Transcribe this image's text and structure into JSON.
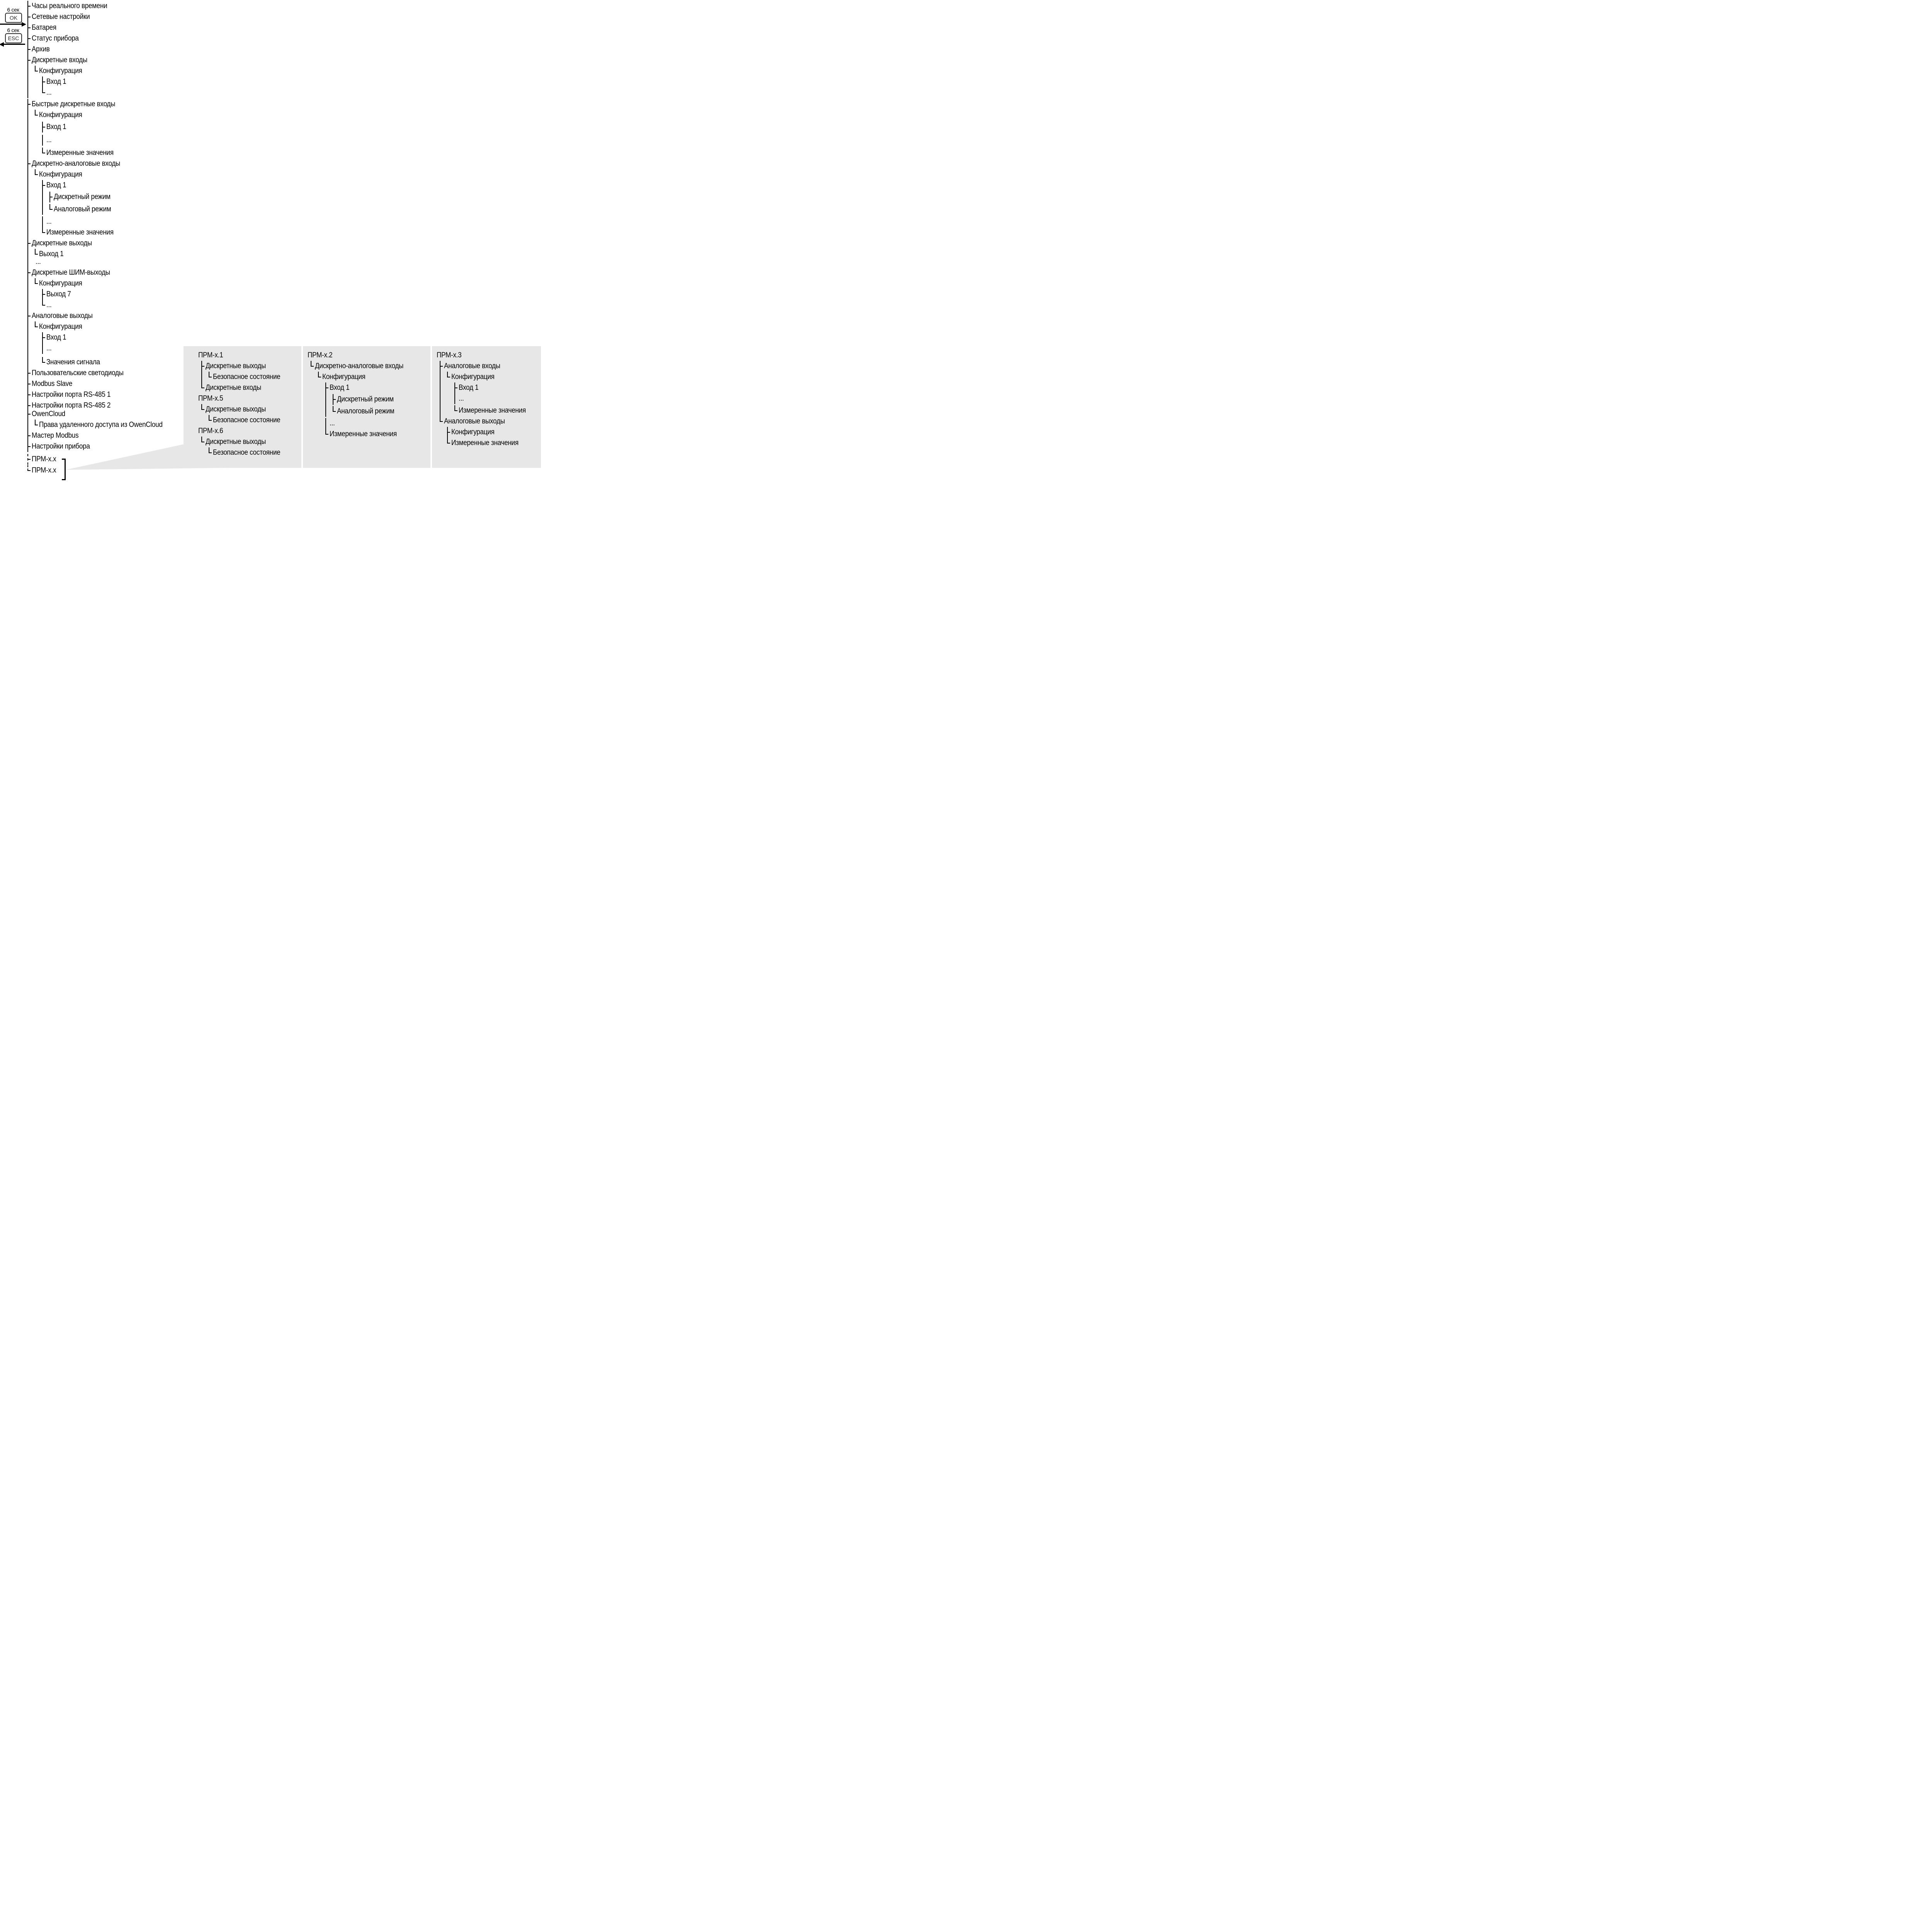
{
  "controls": {
    "ok_hold_label": "6 сек",
    "ok_button": "OK",
    "esc_hold_label": "6 сек",
    "esc_button": "ESC"
  },
  "colors": {
    "panel_bg": "#e7e7e7",
    "line": "#000000"
  },
  "menu_tree": {
    "items": [
      {
        "label": "Часы реального времени",
        "c": "tee"
      },
      {
        "label": "Сетевые настройки",
        "c": "tee"
      },
      {
        "label": "Батарея",
        "c": "tee"
      },
      {
        "label": "Статус прибора",
        "c": "tee"
      },
      {
        "label": "Архив",
        "c": "tee"
      },
      {
        "label": "Дискретные входы",
        "c": "tee",
        "children": [
          {
            "label": "Конфигурация",
            "c": "ell",
            "children": [
              {
                "label": "Вход 1",
                "c": "tee"
              },
              {
                "label": "...",
                "c": "ell"
              }
            ]
          }
        ]
      },
      {
        "label": "Быстрые дискретные входы",
        "c": "tee",
        "gap": 2,
        "children": [
          {
            "label": "Конфигурация",
            "c": "ell",
            "children": [
              {
                "label": "Вход 1",
                "c": "tee",
                "gap": 3
              },
              {
                "label": "...",
                "c": "none",
                "gap": 6
              },
              {
                "label": "Измеренные значения",
                "c": "ell",
                "gap": 5
              }
            ]
          }
        ]
      },
      {
        "label": "Дискретно-аналоговые входы",
        "c": "tee",
        "children": [
          {
            "label": "Конфигурация",
            "c": "ell",
            "children": [
              {
                "label": "Вход 1",
                "c": "tee",
                "children": [
                  {
                    "label": "Дискретный режим",
                    "c": "tee",
                    "gap": 2
                  },
                  {
                    "label": "Аналоговый режим",
                    "c": "ell",
                    "gap": 4
                  }
                ]
              },
              {
                "label": "...",
                "c": "none",
                "gap": 4
              },
              {
                "label": "Измеренные значения",
                "c": "ell"
              }
            ]
          }
        ]
      },
      {
        "label": "Дискретные выходы",
        "c": "tee",
        "children": [
          {
            "label": "Выход 1",
            "c": "ell"
          },
          {
            "label": "...",
            "c": "bare",
            "gap": -8
          }
        ]
      },
      {
        "label": "Дискретные ШИМ-выходы",
        "c": "tee",
        "children": [
          {
            "label": "Конфигурация",
            "c": "ell",
            "children": [
              {
                "label": "Выход 7",
                "c": "tee"
              },
              {
                "label": "...",
                "c": "ell"
              }
            ]
          }
        ]
      },
      {
        "label": "Аналоговые выходы",
        "c": "tee",
        "children": [
          {
            "label": "Конфигурация",
            "c": "ell",
            "children": [
              {
                "label": "Вход 1",
                "c": "tee"
              },
              {
                "label": "...",
                "c": "none"
              },
              {
                "label": "Значения сигнала",
                "c": "ell",
                "gap": 8
              }
            ]
          }
        ]
      },
      {
        "label": "Пользовательские светодиоды",
        "c": "tee"
      },
      {
        "label": "Modbus Slave",
        "c": "tee"
      },
      {
        "label": "Настройки порта RS-485 1",
        "c": "tee"
      },
      {
        "label": "Настройки порта RS-485 2",
        "c": "tee"
      },
      {
        "label": "OwenCloud",
        "c": "tee",
        "gap": -6,
        "children": [
          {
            "label": "Права удаленного доступа из OwenCloud",
            "c": "ell"
          }
        ]
      },
      {
        "label": "Мастер Modbus",
        "c": "tee"
      },
      {
        "label": "Настройки прибора",
        "c": "tee"
      },
      {
        "label": "ПРМ-х.х",
        "c": "tee",
        "dashed": true,
        "gap": 5
      },
      {
        "label": "ПРМ-х.х",
        "c": "ell",
        "dashed": true,
        "gap": 1
      }
    ]
  },
  "prm_panel": {
    "columns": [
      {
        "items": [
          {
            "label": "ПРМ-х.1",
            "c": "bare",
            "children": [
              {
                "label": "Дискретные выходы",
                "c": "tee",
                "children": [
                  {
                    "label": "Безопасное состояние",
                    "c": "ell"
                  }
                ]
              },
              {
                "label": "Дискретные входы",
                "c": "ell"
              }
            ]
          },
          {
            "label": "ПРМ-х.5",
            "c": "bare",
            "children": [
              {
                "label": "Дискретные выходы",
                "c": "ell",
                "children": [
                  {
                    "label": "Безопасное состояние",
                    "c": "ell"
                  }
                ]
              }
            ]
          },
          {
            "label": "ПРМ-х.6",
            "c": "bare",
            "children": [
              {
                "label": "Дискретные выходы",
                "c": "ell",
                "children": [
                  {
                    "label": "Безопасное состояние",
                    "c": "ell"
                  }
                ]
              }
            ]
          }
        ]
      },
      {
        "items": [
          {
            "label": "ПРМ-х.2",
            "c": "bare",
            "children": [
              {
                "label": "Дискретно-аналоговые входы",
                "c": "ell",
                "children": [
                  {
                    "label": "Конфигурация",
                    "c": "ell",
                    "children": [
                      {
                        "label": "Вход 1",
                        "c": "tee",
                        "children": [
                          {
                            "label": "Дискретный режим",
                            "c": "tee",
                            "gap": 2
                          },
                          {
                            "label": "Аналоговый режим",
                            "c": "ell",
                            "gap": 3
                          }
                        ]
                      },
                      {
                        "label": "...",
                        "c": "none",
                        "gap": 3
                      },
                      {
                        "label": "Измеренные значения",
                        "c": "ell"
                      }
                    ]
                  }
                ]
              }
            ]
          }
        ]
      },
      {
        "items": [
          {
            "label": "ПРМ-х.3",
            "c": "bare",
            "children": [
              {
                "label": "Аналоговые входы",
                "c": "tee",
                "children": [
                  {
                    "label": "Конфигурация",
                    "c": "ell",
                    "children": [
                      {
                        "label": "Вход 1",
                        "c": "tee"
                      },
                      {
                        "label": "...",
                        "c": "none"
                      },
                      {
                        "label": "Измеренные значения",
                        "c": "ell",
                        "gap": 3
                      }
                    ]
                  }
                ]
              },
              {
                "label": "Аналоговые выходы",
                "c": "ell",
                "children": [
                  {
                    "label": "Конфигурация",
                    "c": "tee"
                  },
                  {
                    "label": "Измеренные значения",
                    "c": "ell"
                  }
                ]
              }
            ]
          }
        ]
      }
    ]
  }
}
